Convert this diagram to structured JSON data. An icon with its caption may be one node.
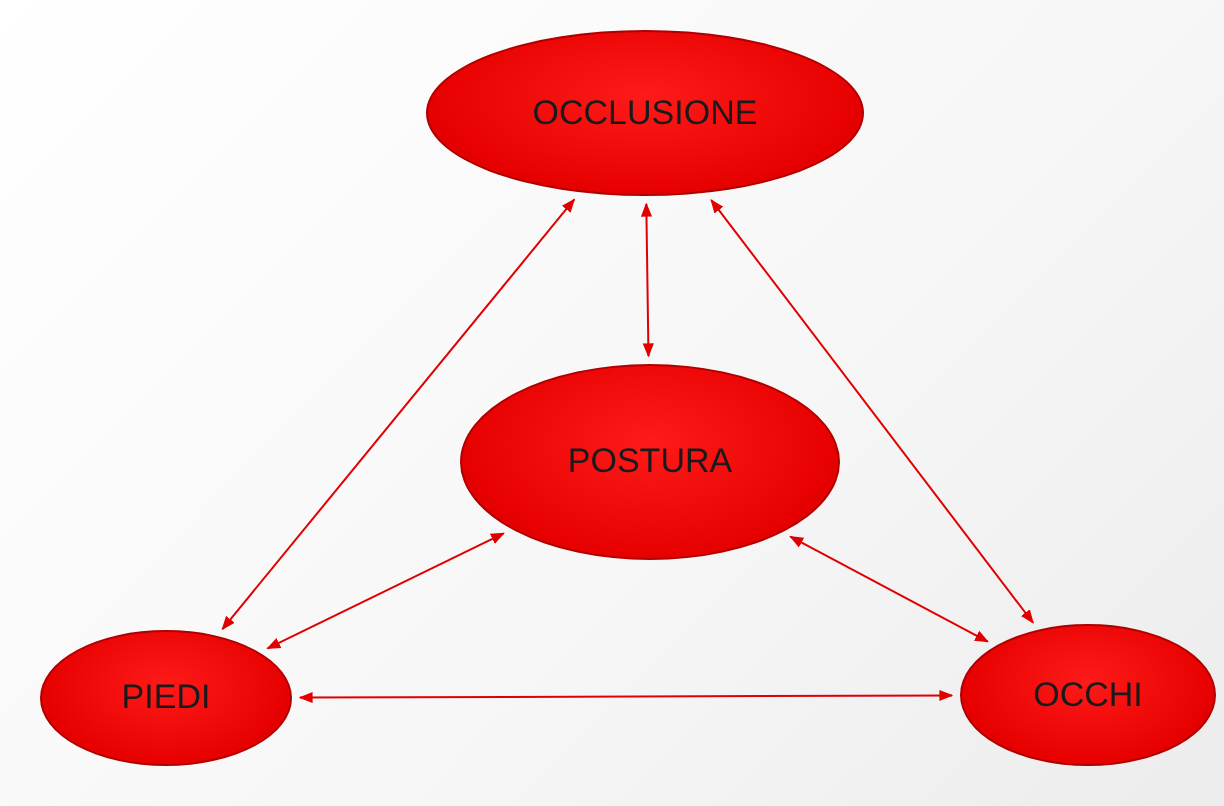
{
  "diagram": {
    "nodes": [
      {
        "text": [
          "OCCLUSIONE"
        ]
      },
      {
        "text": [
          "POSTURA"
        ]
      },
      {
        "text": [
          "PIEDI"
        ]
      },
      {
        "text": [
          "OCCHI"
        ]
      }
    ],
    "edges": [
      {
        "from": 0,
        "to": 1,
        "arrow": "both"
      },
      {
        "from": 0,
        "to": 2,
        "arrow": "both"
      },
      {
        "from": 0,
        "to": 3,
        "arrow": "both"
      },
      {
        "from": 1,
        "to": 2,
        "arrow": "both"
      },
      {
        "from": 1,
        "to": 3,
        "arrow": "both"
      },
      {
        "from": 2,
        "to": 3,
        "arrow": "both"
      }
    ]
  }
}
